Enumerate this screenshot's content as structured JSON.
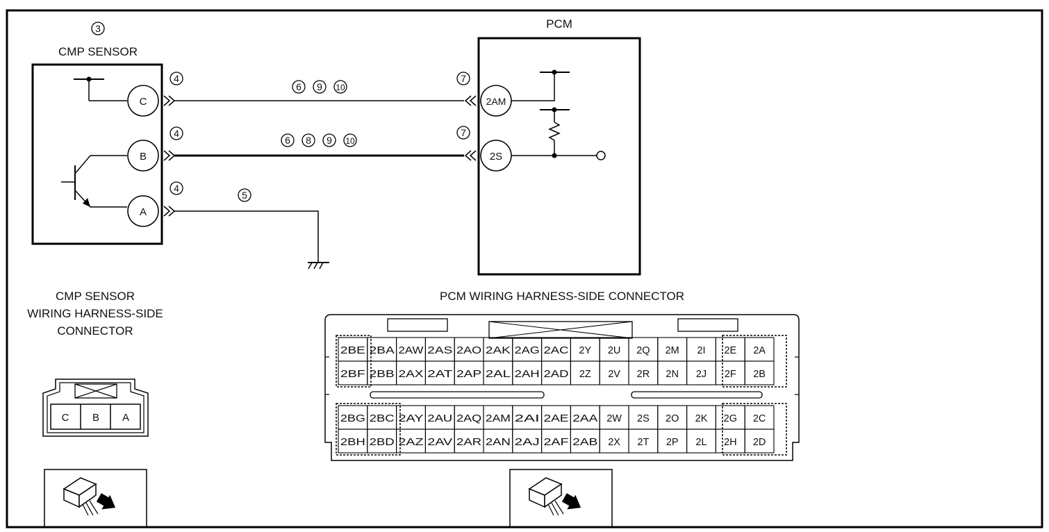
{
  "sensor": {
    "callout": "3",
    "title": "CMP SENSOR",
    "pins": [
      "C",
      "B",
      "A"
    ],
    "connector_callout": "4"
  },
  "pcm": {
    "title": "PCM",
    "pins": [
      "2AM",
      "2S"
    ],
    "connector_callout": "7"
  },
  "wires": {
    "c_to_2am": [
      "6",
      "9",
      "10"
    ],
    "b_to_2s": [
      "6",
      "8",
      "9",
      "10"
    ],
    "a_to_ground": [
      "5"
    ]
  },
  "sensor_connector": {
    "title_lines": [
      "CMP SENSOR",
      "WIRING HARNESS-SIDE",
      "CONNECTOR"
    ],
    "pins": [
      "C",
      "B",
      "A"
    ]
  },
  "pcm_connector": {
    "title": "PCM WIRING HARNESS-SIDE CONNECTOR",
    "top_rows": [
      [
        "2BE",
        "2BA",
        "2AW",
        "2AS",
        "2AO",
        "2AK",
        "2AG",
        "2AC",
        "2Y",
        "2U",
        "2Q",
        "2M",
        "2I",
        "2E",
        "2A"
      ],
      [
        "2BF",
        "2BB",
        "2AX",
        "2AT",
        "2AP",
        "2AL",
        "2AH",
        "2AD",
        "2Z",
        "2V",
        "2R",
        "2N",
        "2J",
        "2F",
        "2B"
      ]
    ],
    "bottom_rows": [
      [
        "2BG",
        "2BC",
        "2AY",
        "2AU",
        "2AQ",
        "2AM",
        "2AI",
        "2AE",
        "2AA",
        "2W",
        "2S",
        "2O",
        "2K",
        "2G",
        "2C"
      ],
      [
        "2BH",
        "2BD",
        "2AZ",
        "2AV",
        "2AR",
        "2AN",
        "2AJ",
        "2AF",
        "2AB",
        "2X",
        "2T",
        "2P",
        "2L",
        "2H",
        "2D"
      ]
    ]
  }
}
